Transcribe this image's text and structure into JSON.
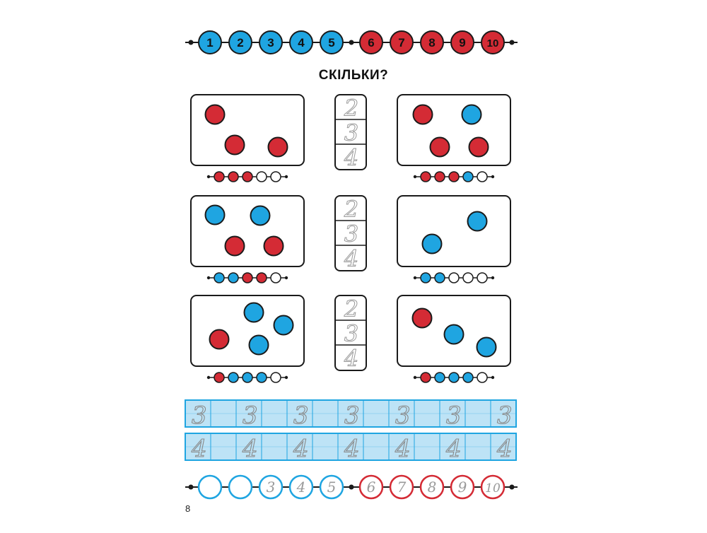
{
  "title": "СКІЛЬКИ?",
  "page_number": "8",
  "colors": {
    "red": "#d42b35",
    "blue": "#1fa5e1",
    "outline": "#1a1a1a",
    "strip_fill": "#bde3f6",
    "guide_gray": "#9a9a9a"
  },
  "top_number_line": [
    {
      "label": "1",
      "color": "blue"
    },
    {
      "label": "2",
      "color": "blue"
    },
    {
      "label": "3",
      "color": "blue"
    },
    {
      "label": "4",
      "color": "blue"
    },
    {
      "label": "5",
      "color": "blue"
    },
    {
      "label": "6",
      "color": "red"
    },
    {
      "label": "7",
      "color": "red"
    },
    {
      "label": "8",
      "color": "red"
    },
    {
      "label": "9",
      "color": "red"
    },
    {
      "label": "10",
      "color": "red"
    }
  ],
  "answer_options": [
    "2",
    "3",
    "4"
  ],
  "exercises": [
    {
      "dots": [
        "red",
        "red",
        "red"
      ],
      "beads": [
        "red",
        "red",
        "red",
        "white",
        "white"
      ]
    },
    {
      "dots": [
        "red",
        "blue",
        "red",
        "red"
      ],
      "beads": [
        "red",
        "red",
        "red",
        "blue",
        "white"
      ]
    },
    {
      "dots": [
        "blue",
        "blue",
        "red",
        "red"
      ],
      "beads": [
        "blue",
        "blue",
        "red",
        "red",
        "white"
      ]
    },
    {
      "dots": [
        "blue",
        "blue"
      ],
      "beads": [
        "blue",
        "blue",
        "white",
        "white",
        "white"
      ]
    },
    {
      "dots": [
        "blue",
        "blue",
        "red",
        "blue"
      ],
      "beads": [
        "red",
        "blue",
        "blue",
        "blue",
        "white"
      ]
    },
    {
      "dots": [
        "red",
        "blue",
        "blue"
      ],
      "beads": [
        "red",
        "blue",
        "blue",
        "blue",
        "white"
      ]
    }
  ],
  "writing_rows": [
    {
      "digit": "3",
      "repeat": 7
    },
    {
      "digit": "4",
      "repeat": 7
    }
  ],
  "bottom_number_line": [
    {
      "label": "",
      "color": "blue"
    },
    {
      "label": "",
      "color": "blue"
    },
    {
      "label": "3",
      "color": "blue"
    },
    {
      "label": "4",
      "color": "blue"
    },
    {
      "label": "5",
      "color": "blue"
    },
    {
      "label": "6",
      "color": "red"
    },
    {
      "label": "7",
      "color": "red"
    },
    {
      "label": "8",
      "color": "red"
    },
    {
      "label": "9",
      "color": "red"
    },
    {
      "label": "10",
      "color": "red"
    }
  ]
}
